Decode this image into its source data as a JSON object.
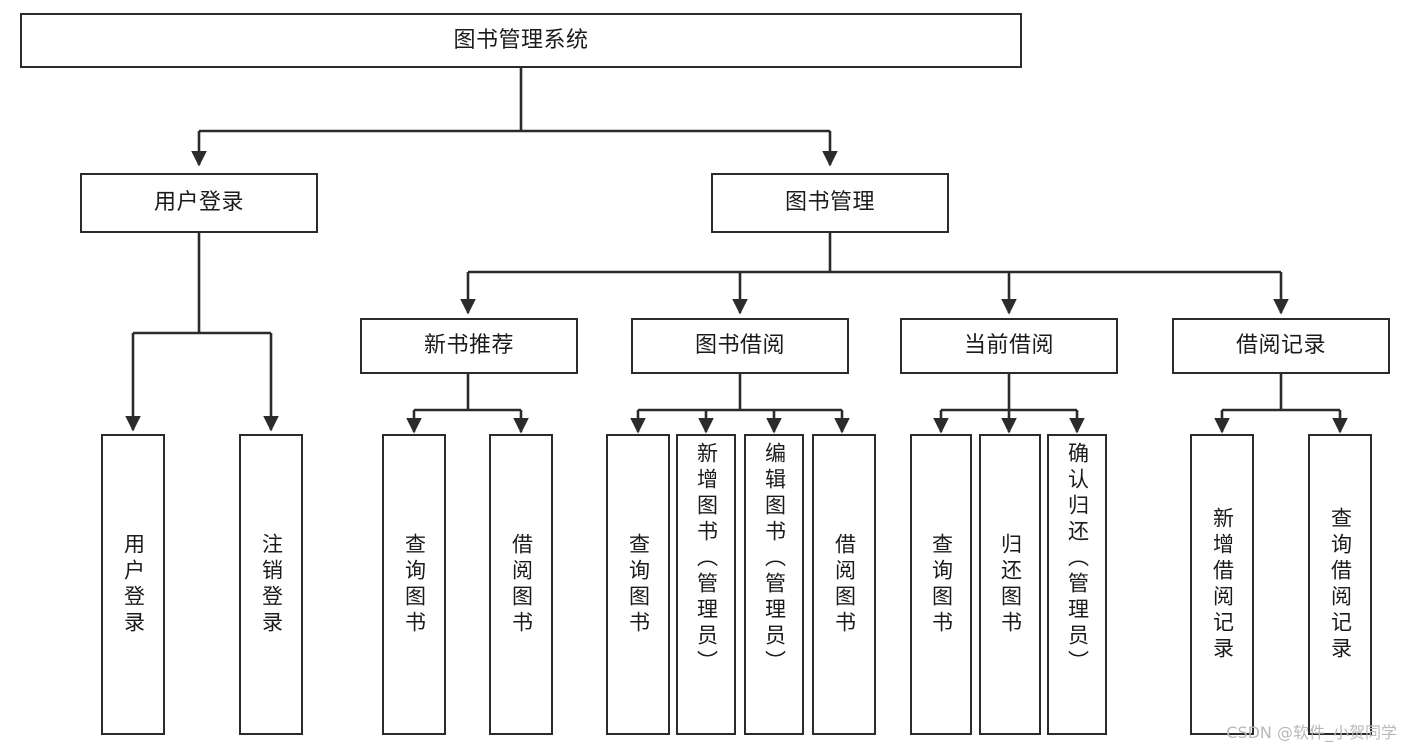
{
  "diagram": {
    "title": "图书管理系统",
    "type": "tree-hierarchy",
    "stroke_color": "#2b2b2b",
    "text_color": "#1b1b1b",
    "background_color": "#ffffff"
  },
  "root": {
    "label": "图书管理系统"
  },
  "level2": [
    {
      "label": "用户登录"
    },
    {
      "label": "图书管理"
    }
  ],
  "level3": [
    {
      "label": "新书推荐"
    },
    {
      "label": "图书借阅"
    },
    {
      "label": "当前借阅"
    },
    {
      "label": "借阅记录"
    }
  ],
  "leaves": {
    "user_login": [
      {
        "label": "用户登录"
      },
      {
        "label": "注销登录"
      }
    ],
    "new_book_recommend": [
      {
        "label": "查询图书"
      },
      {
        "label": "借阅图书"
      }
    ],
    "book_borrow": [
      {
        "label": "查询图书"
      },
      {
        "label": "新增图书（管理员）"
      },
      {
        "label": "编辑图书（管理员）"
      },
      {
        "label": "借阅图书"
      }
    ],
    "current_borrow": [
      {
        "label": "查询图书"
      },
      {
        "label": "归还图书"
      },
      {
        "label": "确认归还（管理员）"
      }
    ],
    "borrow_record": [
      {
        "label": "新增借阅记录"
      },
      {
        "label": "查询借阅记录"
      }
    ]
  },
  "watermark": {
    "text": "CSDN @软件_小贺同学"
  }
}
